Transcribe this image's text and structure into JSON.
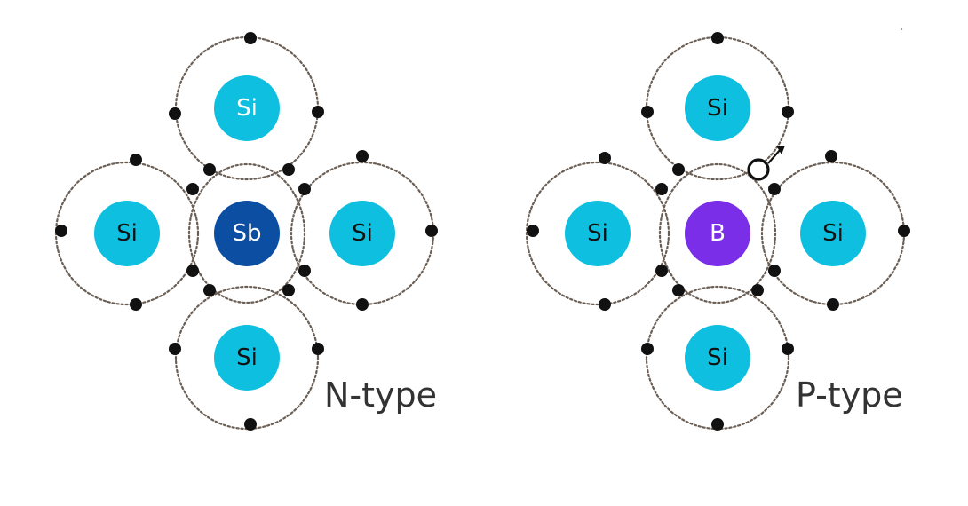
{
  "colors": {
    "silicon": "#0fbfdf",
    "antimony": "#0b4ea2",
    "boron": "#7a2ee8",
    "electron": "#111111",
    "orbit": "#6b5f55"
  },
  "diagrams": [
    {
      "id": "n-type",
      "caption": "N-type",
      "center_atom": {
        "symbol": "Sb",
        "color": "antimony"
      },
      "neighbor_atoms": [
        {
          "position": "top",
          "symbol": "Si"
        },
        {
          "position": "left",
          "symbol": "Si"
        },
        {
          "position": "right",
          "symbol": "Si"
        },
        {
          "position": "bottom",
          "symbol": "Si"
        }
      ],
      "has_hole": false
    },
    {
      "id": "p-type",
      "caption": "P-type",
      "center_atom": {
        "symbol": "B",
        "color": "boron"
      },
      "neighbor_atoms": [
        {
          "position": "top",
          "symbol": "Si"
        },
        {
          "position": "left",
          "symbol": "Si"
        },
        {
          "position": "right",
          "symbol": "Si"
        },
        {
          "position": "bottom",
          "symbol": "Si"
        }
      ],
      "has_hole": true
    }
  ]
}
